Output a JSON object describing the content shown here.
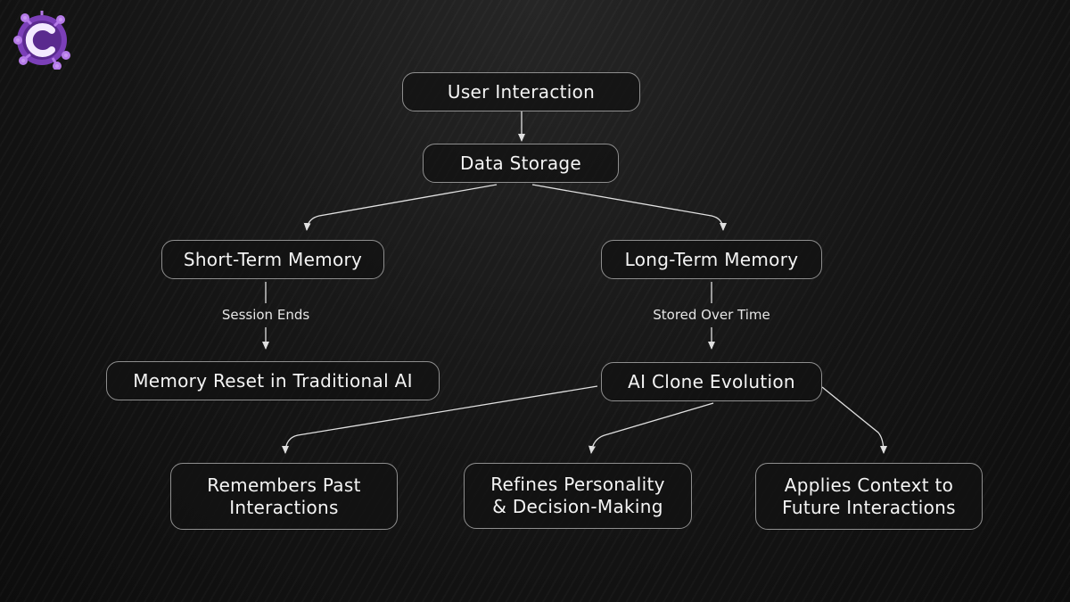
{
  "nodes": {
    "user_interaction": "User Interaction",
    "data_storage": "Data Storage",
    "short_term_memory": "Short-Term Memory",
    "long_term_memory": "Long-Term Memory",
    "memory_reset": "Memory Reset in Traditional AI",
    "ai_clone_evolution": "AI Clone Evolution",
    "remembers_past": "Remembers Past\nInteractions",
    "refines_personality": "Refines Personality\n& Decision-Making",
    "applies_context": "Applies Context to\nFuture Interactions"
  },
  "edge_labels": {
    "session_ends": "Session Ends",
    "stored_over_time": "Stored Over Time"
  },
  "colors": {
    "background": "#141414",
    "node_border": "#8e8e8e",
    "edge": "#e0e0e0",
    "logo_accent": "#9b59d6"
  },
  "icons": {
    "logo": "purple-circuit-c-logo"
  }
}
